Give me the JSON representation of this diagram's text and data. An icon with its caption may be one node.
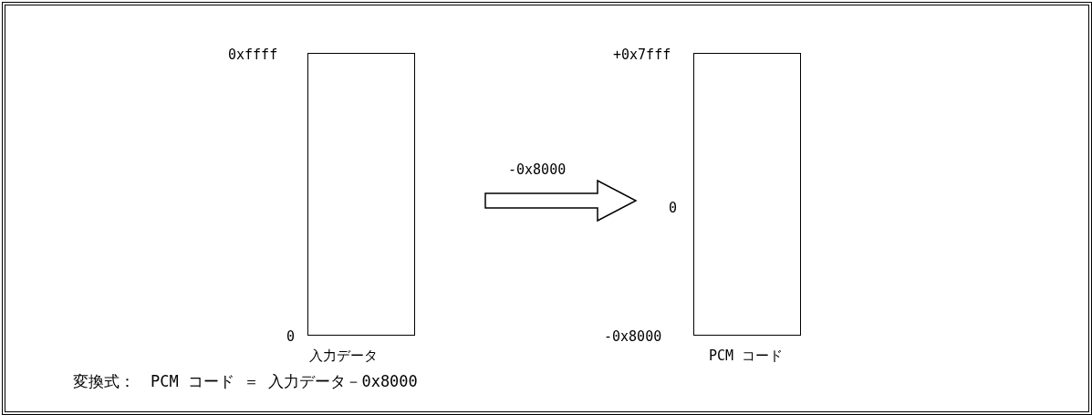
{
  "diagram": {
    "nodes": [
      {
        "text": [],
        "shape": "box",
        "beside": [
          "0xffff",
          "0",
          "入力データ"
        ]
      },
      {
        "text": [],
        "shape": "box",
        "beside": [
          "+0x7fff",
          "0",
          "-0x8000",
          "PCM コード"
        ]
      }
    ],
    "edges": [
      {
        "from": 0,
        "to": 1,
        "arrow": "to",
        "label": "-0x8000"
      }
    ],
    "labels": [
      "変換式：　PCM コード ＝ 入力データ－0x8000"
    ]
  }
}
